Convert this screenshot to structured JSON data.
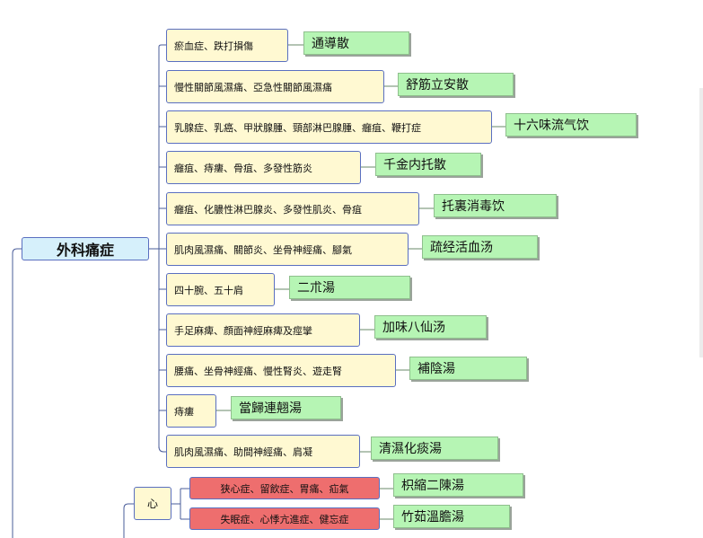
{
  "main_category": "外科痛症",
  "branches": [
    {
      "condition": "瘀血症、跌打損傷",
      "remedy": "通導散"
    },
    {
      "condition": "慢性關節風濕痛、亞急性關節風濕痛",
      "remedy": "舒筋立安散"
    },
    {
      "condition": "乳腺症、乳癌、甲狀腺腫、頸部淋巴腺腫、癰疽、鞭打症",
      "remedy": "十六味流气饮"
    },
    {
      "condition": "癰疽、痔瘻、骨疽、多發性筋炎",
      "remedy": "千金内托散"
    },
    {
      "condition": "癰疽、化膿性淋巴腺炎、多發性肌炎、骨疽",
      "remedy": "托裏消毒饮"
    },
    {
      "condition": "肌肉風濕痛、關節炎、坐骨神經痛、腳氣",
      "remedy": "疏经活血汤"
    },
    {
      "condition": "四十腕、五十肩",
      "remedy": "二朮湯"
    },
    {
      "condition": "手足麻痺、顔面神經麻痺及痙攣",
      "remedy": "加味八仙汤"
    },
    {
      "condition": "腰痛、坐骨神經痛、慢性腎炎、遊走腎",
      "remedy": "補陰湯"
    },
    {
      "condition": "痔瘻",
      "remedy": "當歸連翹湯"
    },
    {
      "condition": "肌肉風濕痛、助間神經痛、肩凝",
      "remedy": "清濕化痰湯"
    }
  ],
  "heart_category": "心",
  "heart_branches": [
    {
      "condition": "狭心症、留飲症、胃痛、疝氣",
      "remedy": "枳縮二陳湯"
    },
    {
      "condition": "失眠症、心悸亢進症、健忘症",
      "remedy": "竹茹溫膽湯"
    }
  ]
}
